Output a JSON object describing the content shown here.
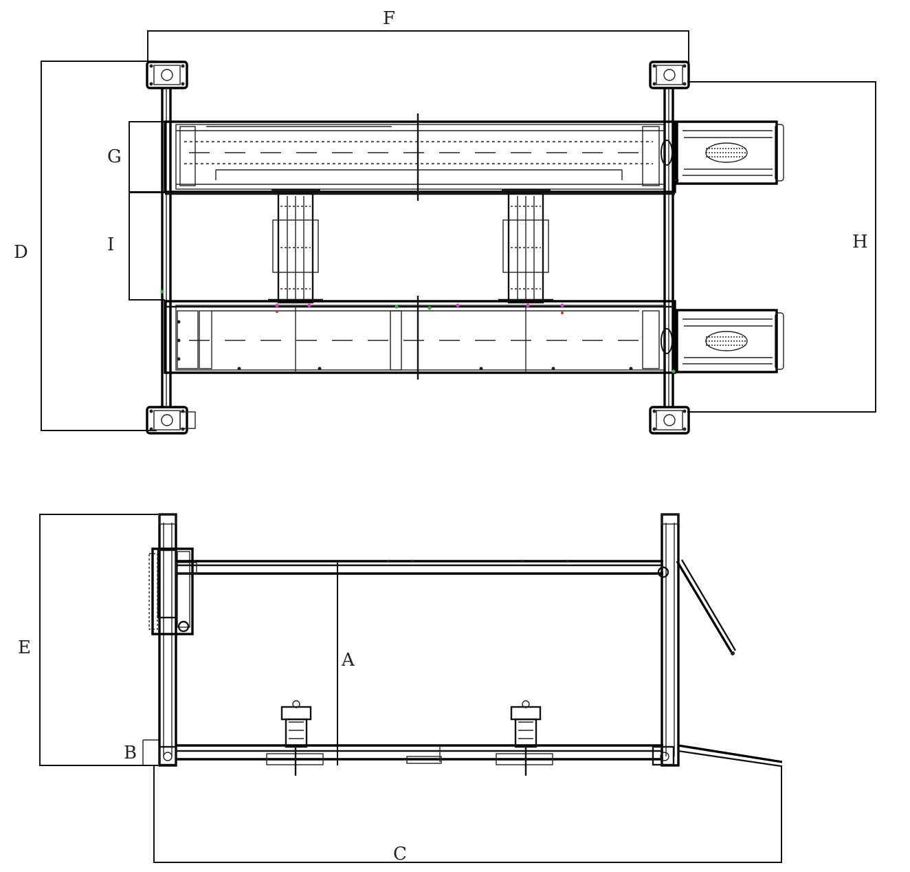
{
  "labels": {
    "A": "A",
    "B": "B",
    "C": "C",
    "D": "D",
    "E": "E",
    "F": "F",
    "G": "G",
    "H": "H",
    "I": "I"
  },
  "colors": {
    "line": "#111111",
    "marker_magenta": "#e040c8",
    "marker_green": "#3cb043",
    "marker_red": "#c0392b"
  },
  "views": [
    "top-view",
    "side-view"
  ]
}
